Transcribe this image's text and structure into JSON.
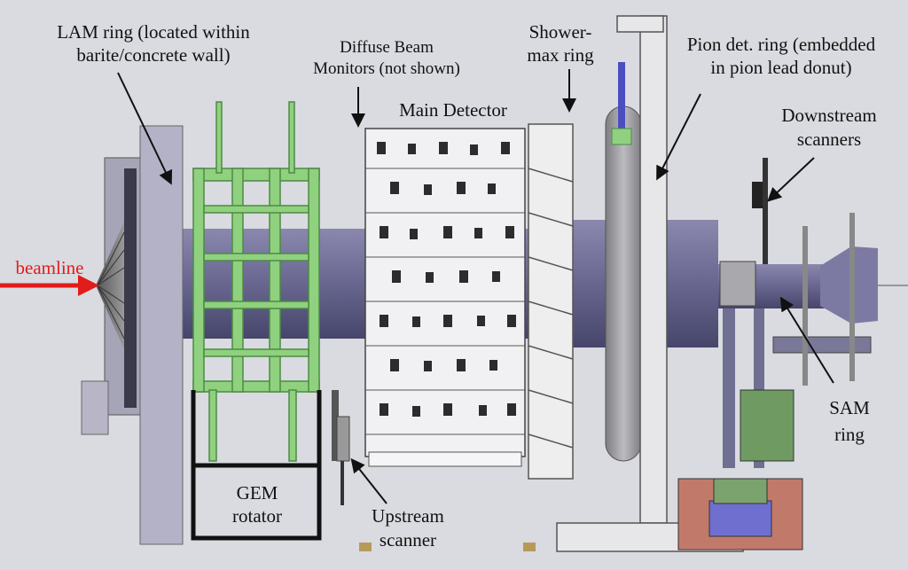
{
  "labels": {
    "lam_ring_1": "LAM ring (located within",
    "lam_ring_2": "barite/concrete wall)",
    "diffuse_1": "Diffuse Beam",
    "diffuse_2": "Monitors (not shown)",
    "main_detector": "Main Detector",
    "shower_1": "Shower-",
    "shower_2": "max ring",
    "pion_1": "Pion det. ring (embedded",
    "pion_2": "in pion lead donut)",
    "downstream_1": "Downstream",
    "downstream_2": "scanners",
    "beamline": "beamline",
    "gem_1": "GEM",
    "gem_2": "rotator",
    "upstream_1": "Upstream",
    "upstream_2": "scanner",
    "sam_1": "SAM",
    "sam_2": "ring"
  },
  "colors": {
    "background": "#d9dbe0",
    "beamline_arrow": "#e21b1b",
    "beampipe": "#6c6a93",
    "gem_frame": "#8fd17f",
    "wall": "#b4b2c6"
  }
}
